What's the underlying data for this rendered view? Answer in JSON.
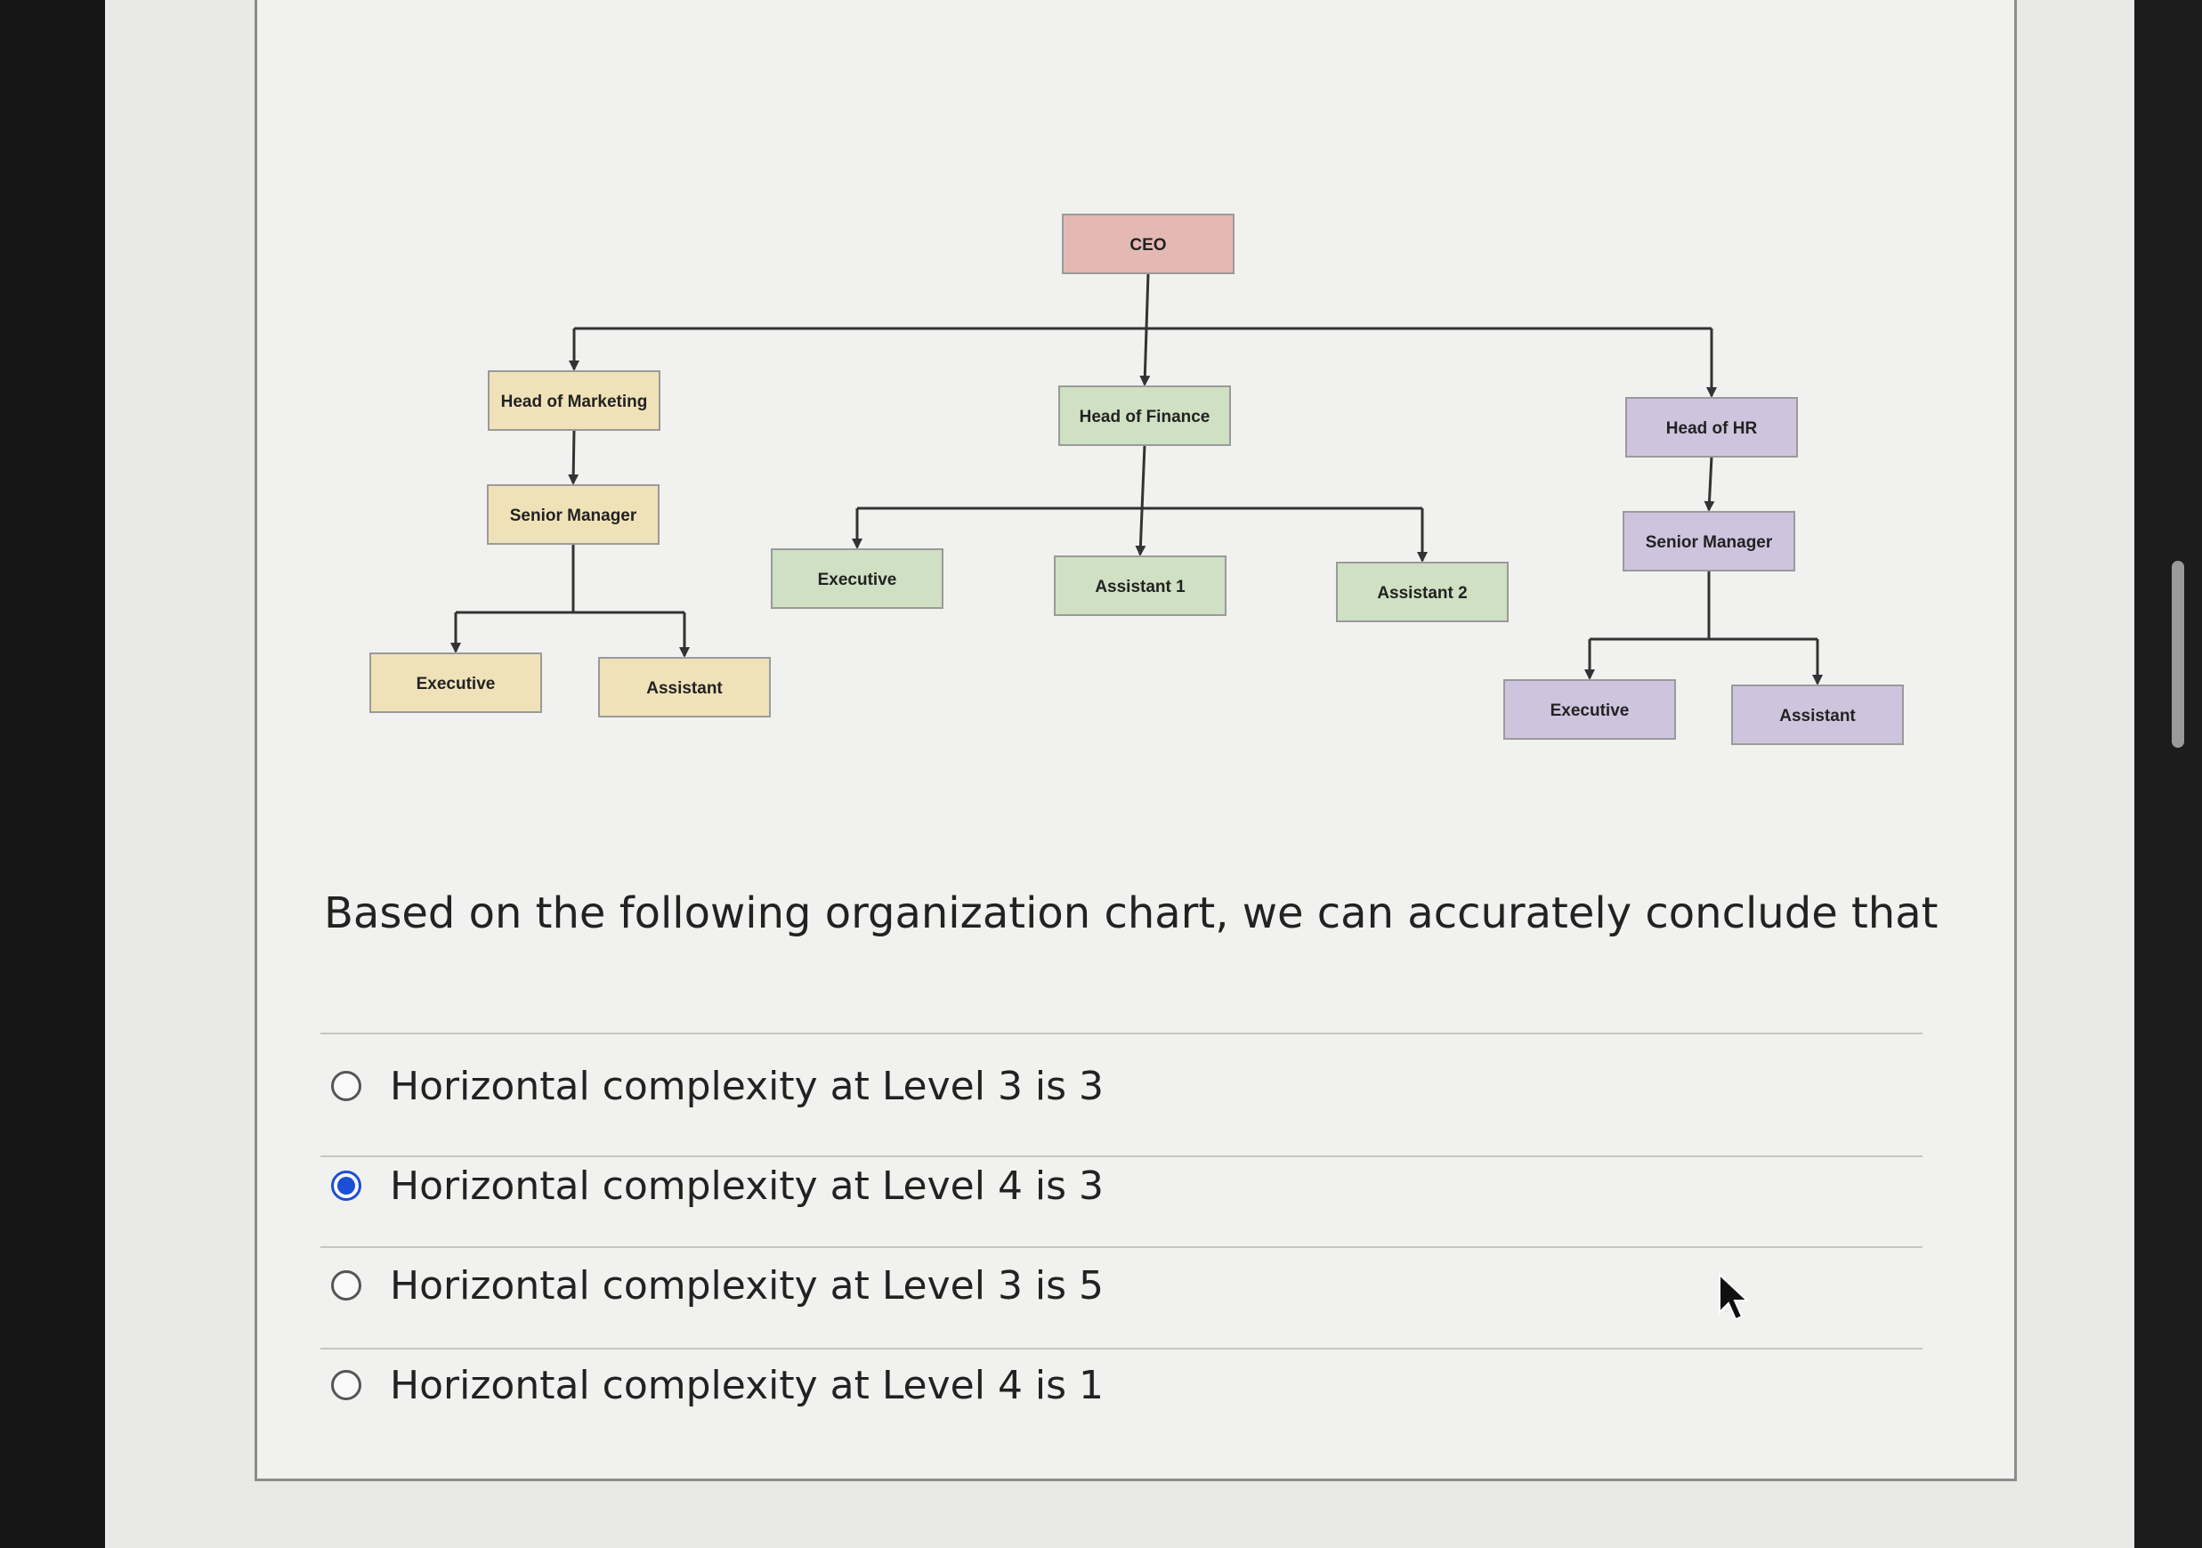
{
  "org_chart": {
    "nodes": [
      {
        "id": "ceo",
        "label": "CEO",
        "fill": "#e5b9b3"
      },
      {
        "id": "head-marketing",
        "label": "Head of Marketing",
        "fill": "#f0e2b8"
      },
      {
        "id": "head-finance",
        "label": "Head of Finance",
        "fill": "#cfe0c3"
      },
      {
        "id": "head-hr",
        "label": "Head of HR",
        "fill": "#cfc4de"
      },
      {
        "id": "senior-manager-marketing",
        "label": "Senior Manager",
        "fill": "#f0e2b8"
      },
      {
        "id": "senior-manager-hr",
        "label": "Senior Manager",
        "fill": "#cfc4de"
      },
      {
        "id": "executive-marketing",
        "label": "Executive",
        "fill": "#f0e2b8"
      },
      {
        "id": "assistant-marketing",
        "label": "Assistant",
        "fill": "#f0e2b8"
      },
      {
        "id": "executive-finance",
        "label": "Executive",
        "fill": "#cfe0c3"
      },
      {
        "id": "assistant-1-finance",
        "label": "Assistant 1",
        "fill": "#cfe0c3"
      },
      {
        "id": "assistant-2-finance",
        "label": "Assistant 2",
        "fill": "#cfe0c3"
      },
      {
        "id": "executive-hr",
        "label": "Executive",
        "fill": "#cfc4de"
      },
      {
        "id": "assistant-hr",
        "label": "Assistant",
        "fill": "#cfc4de"
      }
    ],
    "edges": [
      [
        "ceo",
        "head-marketing"
      ],
      [
        "ceo",
        "head-finance"
      ],
      [
        "ceo",
        "head-hr"
      ],
      [
        "head-marketing",
        "senior-manager-marketing"
      ],
      [
        "senior-manager-marketing",
        "executive-marketing"
      ],
      [
        "senior-manager-marketing",
        "assistant-marketing"
      ],
      [
        "head-finance",
        "executive-finance"
      ],
      [
        "head-finance",
        "assistant-1-finance"
      ],
      [
        "head-finance",
        "assistant-2-finance"
      ],
      [
        "head-hr",
        "senior-manager-hr"
      ],
      [
        "senior-manager-hr",
        "executive-hr"
      ],
      [
        "senior-manager-hr",
        "assistant-hr"
      ]
    ]
  },
  "question": {
    "prompt": "Based on the following organization chart, we can accurately conclude that",
    "selected_index": 1,
    "options": [
      {
        "label": "Horizontal complexity at Level 3 is 3"
      },
      {
        "label": "Horizontal complexity at Level 4 is 3"
      },
      {
        "label": "Horizontal complexity at Level 3 is 5"
      },
      {
        "label": "Horizontal complexity at Level 4 is 1"
      }
    ]
  },
  "colors": {
    "accent": "#1a4fd6",
    "line": "#333333",
    "node_border": "#9a9a9a"
  },
  "icons": {
    "cursor": "mouse-pointer-icon"
  }
}
